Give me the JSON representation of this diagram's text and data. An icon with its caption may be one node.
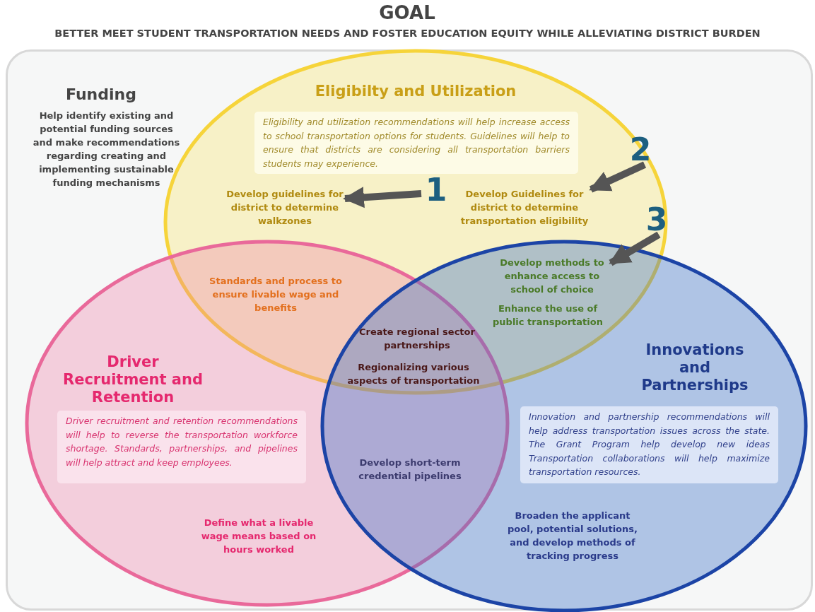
{
  "diagram": {
    "title": "GOAL",
    "nodes": [
      {
        "text": [
          "Funding",
          "Help identify existing and potential funding sources and make recommendations regarding creating and implementing sustainable funding mechanisms"
        ]
      },
      {
        "text": [
          "Eligibilty and Utilization"
        ],
        "in": 0
      },
      {
        "text": [
          "Eligibility and utilization recommendations will help increase access to school transportation options for students. Guidelines will help to ensure that districts are considering all transportation barriers students may experience."
        ],
        "in": 1
      },
      {
        "text": [
          "Driver Recruitment and Retention"
        ],
        "in": 0
      },
      {
        "text": [
          "Driver recruitment and retention recommendations will help to reverse the transportation workforce shortage. Standards, partnerships, and pipelines will help attract and keep employees."
        ],
        "in": 3
      },
      {
        "text": [
          "Innovations and Partnerships"
        ],
        "in": 0
      },
      {
        "text": [
          "Innovation and partnership recommendations will help address transportation issues across the state. The Grant Program help develop new ideas Transportation collaborations will help maximize transportation resources."
        ],
        "in": 5
      },
      {
        "text": [
          "1"
        ],
        "in": 1
      },
      {
        "text": [
          "Develop guidelines for district to determine walkzones"
        ],
        "in": 1
      },
      {
        "text": [
          "2"
        ],
        "in": 1
      },
      {
        "text": [
          "Develop Guidelines for district to determine transportation eligibility"
        ],
        "in": 1
      },
      {
        "text": [
          "3"
        ],
        "in": 1
      },
      {
        "text": [
          "Develop methods to enhance access to school of choice"
        ]
      }
    ],
    "edges": [
      {
        "from": 7,
        "to": 8,
        "arrow": "to"
      },
      {
        "from": 9,
        "to": 10,
        "arrow": "to"
      },
      {
        "from": 11,
        "to": 12,
        "arrow": "to"
      }
    ],
    "labels": [
      "BETTER MEET STUDENT TRANSPORTATION NEEDS AND FOSTER EDUCATION EQUITY WHILE ALLEVIATING DISTRICT BURDEN",
      "Standards and process to ensure livable wage and benefits",
      "Enhance the use of public transportation",
      "Create regional sector partnerships",
      "Regionalizing various aspects of transportation",
      "Develop short-term credential pipelines",
      "Define what a livable wage means based on hours worked",
      "Broaden the applicant pool, potential solutions, and develop methods of tracking progress"
    ]
  }
}
